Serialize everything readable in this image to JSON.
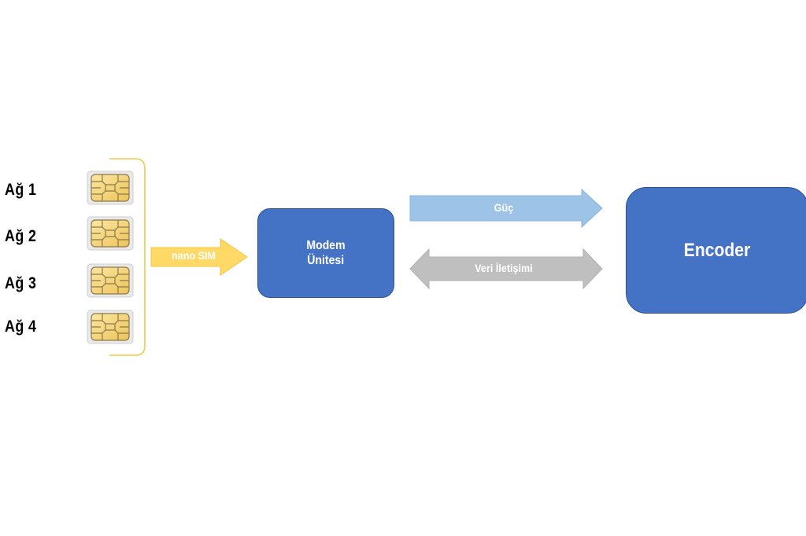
{
  "networks": [
    {
      "label": "Ağ 1"
    },
    {
      "label": "Ağ 2"
    },
    {
      "label": "Ağ 3"
    },
    {
      "label": "Ağ 4"
    }
  ],
  "arrows": {
    "sim_label": "nano SIM",
    "power_label": "Güç",
    "data_label": "Veri İletişimi"
  },
  "modem": {
    "line1": "Modem",
    "line2": "Ünitesi"
  },
  "encoder": {
    "label": "Encoder"
  },
  "colors": {
    "box_fill": "#4472c4",
    "box_border": "#2f528f",
    "sim_arrow": "#ffd966",
    "power_arrow": "#9dc3e6",
    "data_arrow": "#bfbfbf",
    "bracket": "#f2c94c",
    "sim_gold": "#f5d67a"
  }
}
